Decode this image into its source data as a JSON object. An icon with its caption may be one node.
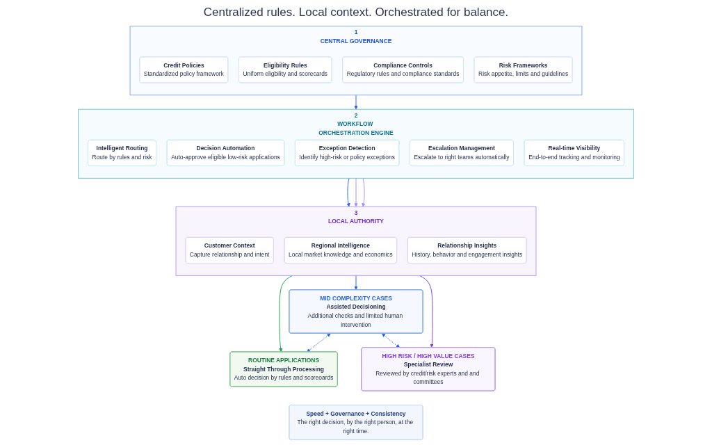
{
  "diagram": {
    "title": "Centralized rules. Local context. Orchestrated for balance.",
    "nodes": [
      {
        "text": [
          "1",
          "CENTRAL GOVERNANCE"
        ]
      },
      {
        "text": [
          "Credit Policies",
          "Standardized policy framework"
        ],
        "in": 0
      },
      {
        "text": [
          "Eligibility Rules",
          "Uniform eligbility and scorecards"
        ],
        "in": 0
      },
      {
        "text": [
          "Compliance Controls",
          "Regulatory rules and compliance standards"
        ],
        "in": 0
      },
      {
        "text": [
          "Risk Frameworks",
          "Risk appetite, limits and guidelines"
        ],
        "in": 0
      },
      {
        "text": [
          "2",
          "WORKFLOW ORCHESTRATION ENGINE"
        ]
      },
      {
        "text": [
          "Intelligent Routing",
          "Route by rules and risk"
        ],
        "in": 5
      },
      {
        "text": [
          "Decision Automation",
          "Auto-approve eligible low-risk applications"
        ],
        "in": 5
      },
      {
        "text": [
          "Exception Detection",
          "Identify high-risk or policy exceptions"
        ],
        "in": 5
      },
      {
        "text": [
          "Escalation Management",
          "Escalate to right teams automatically"
        ],
        "in": 5
      },
      {
        "text": [
          "Real-time Visibility",
          "End-to-end tracking and monitoring"
        ],
        "in": 5
      },
      {
        "text": [
          "3",
          "LOCAL AUTHORITY"
        ]
      },
      {
        "text": [
          "Customer Context",
          "Capture relationship and intent"
        ],
        "in": 11
      },
      {
        "text": [
          "Regional Intelligence",
          "Local market knowledge and economics"
        ],
        "in": 11
      },
      {
        "text": [
          "Relationship Insights",
          "History, behavior and engagement insights"
        ],
        "in": 11
      },
      {
        "text": [
          "ROUTINE APPLICATIONS",
          "Straight Through Processing",
          "Auto decision by rules and scoreoards"
        ]
      },
      {
        "text": [
          "MID COMPLEXITY CASES",
          "Assisted Decisioning",
          "Additional checks and limited human intervention"
        ]
      },
      {
        "text": [
          "HIGH RISK / HIGH VALUE CASES",
          "Specialist Review",
          "Reviewed by credit/risk experts and and committees"
        ]
      },
      {
        "text": [
          "Speed + Governance + Consistency",
          "The right decision, by the right person, at the right time."
        ]
      }
    ],
    "edges": [
      {
        "from": 0,
        "to": 5,
        "arrow": "to"
      },
      {
        "from": 5,
        "to": 11,
        "arrow": "to"
      },
      {
        "from": 5,
        "to": 11,
        "arrow": "to",
        "color": "#a78bfa"
      },
      {
        "from": 5,
        "to": 11,
        "arrow": "to",
        "color": "#a78bfa"
      },
      {
        "from": 11,
        "to": 15,
        "arrow": "to",
        "color": "#16a34a"
      },
      {
        "from": 11,
        "to": 16,
        "arrow": "to"
      },
      {
        "from": 11,
        "to": 17,
        "arrow": "to",
        "color": "#7c3aed"
      },
      {
        "from": 16,
        "to": 15,
        "arrow": "both",
        "style": "dashed"
      },
      {
        "from": 16,
        "to": 17,
        "arrow": "both",
        "style": "dashed"
      }
    ]
  }
}
